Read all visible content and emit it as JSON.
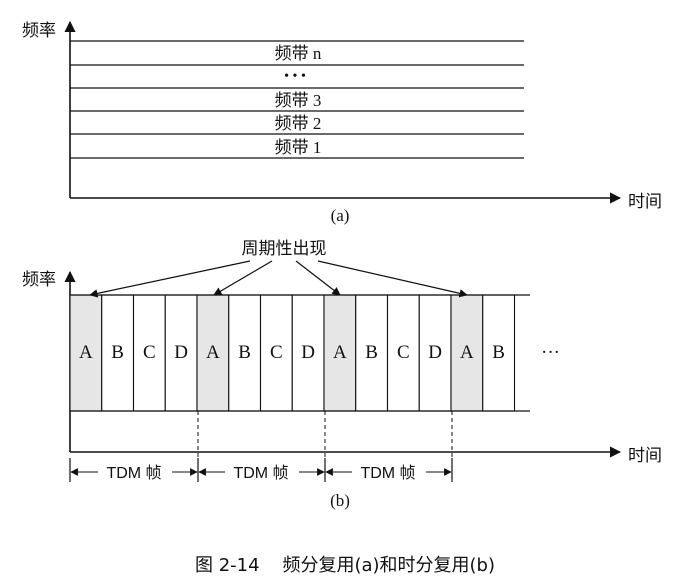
{
  "diagram_a": {
    "y_axis_label": "频率",
    "x_axis_label": "时间",
    "bands": [
      "频带 n",
      "频带 3",
      "频带 2",
      "频带 1"
    ],
    "ellipsis": "• • •",
    "sublabel": "(a)"
  },
  "diagram_b": {
    "y_axis_label": "频率",
    "x_axis_label": "时间",
    "annotation": "周期性出现",
    "slots": [
      "A",
      "B",
      "C",
      "D",
      "A",
      "B",
      "C",
      "D",
      "A",
      "B",
      "C",
      "D",
      "A",
      "B"
    ],
    "slot_ellipsis": "···",
    "frame_label": "TDM 帧",
    "frame_count": 3,
    "sublabel": "(b)",
    "highlighted_slot": "A"
  },
  "caption": "图 2-14    频分复用(a)和时分复用(b)",
  "colors": {
    "ink": "#111111",
    "shade": "#e6e6e6"
  }
}
